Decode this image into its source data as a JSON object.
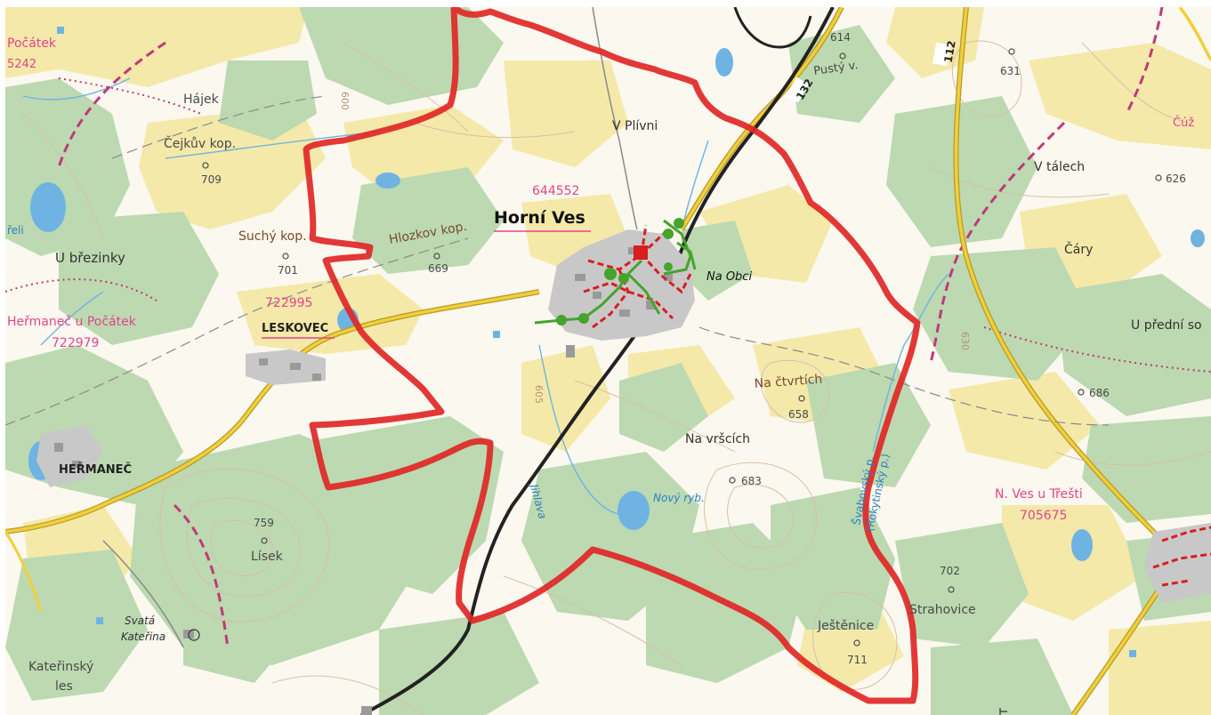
{
  "map": {
    "colors": {
      "forest": "#bcd9b1",
      "field": "#f4e9a9",
      "meadow": "#fbf8ef",
      "contour": "#d9bfa7",
      "boundary": "#e02727",
      "road_yellow": "#f1cf3a",
      "railway": "#222222",
      "water": "#6fb3e3",
      "district_border": "#c0397a",
      "cadastral_label": "#e0458d",
      "network_red": "#d81e1e",
      "network_green": "#46a32d"
    },
    "labels": {
      "horni_ves": "Horní Ves",
      "horni_ves_code": "644552",
      "pocatek": "Počátek",
      "pocatek_code": "5242",
      "hajek": "Hájek",
      "cejkuv_kop": "Čejkův kop.",
      "elev_709": "709",
      "suchy_kop": "Suchý kop.",
      "elev_701": "701",
      "hlozkov_kop": "Hlozkov kop.",
      "elev_669": "669",
      "u_brezinky": "U březinky",
      "reli": "řeli",
      "lesokovec_code": "722995",
      "leskovec": "LESKOVEC",
      "hermanec_u_pocatek": "Heřmaneč u Počátek",
      "hermanec_code": "722979",
      "hermanec": "HEŘMANEČ",
      "elev_759": "759",
      "lisek": "Lísek",
      "svata_katerina_1": "Svatá",
      "svata_katerina_2": "Kateřina",
      "katerinsky_1": "Kateřinský",
      "katerinsky_2": "les",
      "v_plivni": "V Plívni",
      "elev_614": "614",
      "pusty_v": "Pustý v.",
      "road_132": "132",
      "road_112": "112",
      "elev_631": "631",
      "cuz": "Čúž",
      "v_talech": "V tálech",
      "elev_626": "626",
      "cary": "Čáry",
      "u_predni": "U přední so",
      "na_obci": "Na Obci",
      "na_ctvrtich": "Na čtvrtích",
      "elev_658": "658",
      "na_vrsicich": "Na vršcích",
      "elev_683": "683",
      "elev_686": "686",
      "jihlava": "Jihlava",
      "novy_ryb": "Nový ryb.",
      "svabovsky": "Švabovský p.",
      "rokytinsky": "(Rokytinský p.)",
      "n_ves_u_tresti": "N. Ves u Třešti",
      "n_ves_code": "705675",
      "elev_702": "702",
      "strahovice": "Strahovice",
      "jestenice": "Ještěnice",
      "elev_711": "711",
      "contour_605": "605",
      "contour_630": "630",
      "contour_600": "600"
    }
  }
}
